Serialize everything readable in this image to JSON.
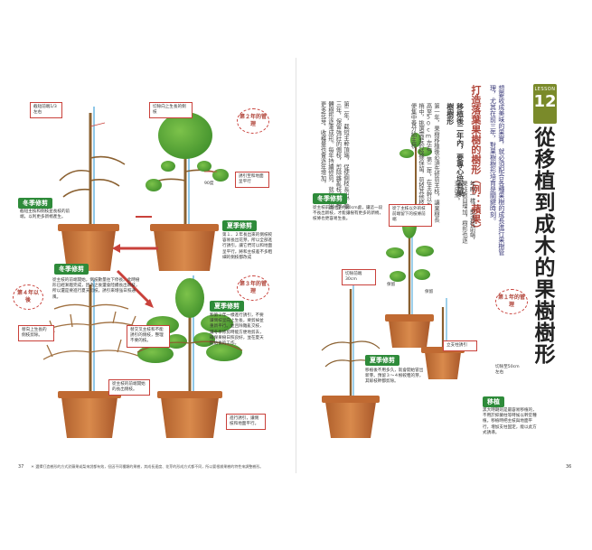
{
  "lesson": {
    "label": "LESSON",
    "number": "12"
  },
  "title": "從移植到成木的果樹樹形",
  "intro": "想要收成美味的果實，就必須配合各種果樹的成長進行果樹管理，尤其在前三年，對果樹樹形培育是關鍵時刻。",
  "section": {
    "title": "打造落葉果樹的樹形（例：蘋果）",
    "subtitle": "移植後二年內，要專心培育果樹樹形",
    "body1": "第一年，果樹移植後必須先修剪主枝，讓果樹長高至50cm左右。第二年，在主幹以外的新梢中，挑選需要的枝條保留，剪掉其他枝條，以便集中養分給主枝。",
    "body2": "第二年，截短主幹頂端，促使側枝長出。第三年，保留強壯的側枝，剪除雜亂枝，讓整體樹形逐漸成形。每年持續修剪，就能長出更多花芽，收穫量也會逐年增加。",
    "body3": "年時一樣，剪去枝前端，果枝數目增加，樹形也逐漸成形。",
    "ann": "成量，數量增加，產量提高。"
  },
  "labels": {
    "winter1": "冬季修剪",
    "summer2": "夏季修剪",
    "winter2": "冬季修剪",
    "summer3": "夏季修剪",
    "winter_tr": "冬季修剪",
    "summer_tr": "夏季修剪",
    "planting": "移植"
  },
  "year_badges": {
    "y1": "第１年的管理",
    "y2": "第２年的管理",
    "y3": "第３年的管理",
    "y4": "第４年以後"
  },
  "notes": {
    "cut_third": "截短前端1/3左右",
    "cut_upward": "切除向上生長的側枝",
    "winter1": "截短主枝和側枝並長枝的前端，以利更多新梢產生。",
    "angle": "誘引至和地面呈平行",
    "deg": "90度",
    "summer2": "第１、２年長出來的側枝較容易長出花芽，所以全部進行誘引，讓它們可以和地面呈平行。將和主枝差不多粗細的側枝都改成",
    "winter2": "從主枝的前端開始，側枝數量往下停長。此時樹形已經漸趨完成，因為之後還會陸續長出新枝，所以還是要進行夏天剪枝，誘引來增強日照通風。",
    "upward": "替向上生長的側枝剪除。",
    "summer3": "和第２年一樣進行誘引，不要讓側枝呈向上生長，要剪掉並重新平行。並且除雜亂交枝，讓冬季修剪時能方便地剪去，確保果樹日照良好，並在夏天開始後的工作。",
    "cross": "替交叉主枝和不能誘引的側枝，整理不要的枝。",
    "front_branch": "從主枝的前端開始的長出側枝。",
    "guide": "進行誘引，讓側枝和地面平行。",
    "tr_winter": "從了主枝以外的枝前端留下的枝條前端",
    "tr_summer": "從主枝前端往下約30cm處，讓這一段不長出新枝，才能讓樹有更多的新梢，枝條也更容易生長。",
    "cut_front_30": "切除前端30cm",
    "retain": "保留",
    "planting_note": "移植後不用多久，就會開始冒出新芽。預留３～４根較粗的芽，其餘枝幹都剪除。",
    "stake": "立支柱誘引",
    "cut_50": "切除至50cm左右",
    "planting_box": "黑大時期則是最容易移植的，不用於抑蘭柱等時候以幹莖種植。移植時把主枝與地面平行，增加支柱固定，能以此方式誘導。"
  },
  "footer": {
    "left_page": "37",
    "right_page": "36",
    "left_note": "＊ 選擇打造樹形的方式對蘋果或梨來說都有效，但因不同種類的果樹，其成長速度、花芽的形成方式都不同，所以要根據果樹的特性來調整樹形。"
  },
  "colors": {
    "accent": "#7a8a2a",
    "red": "#c9413b",
    "green": "#2e8b3a",
    "pot": "#c4753a"
  }
}
